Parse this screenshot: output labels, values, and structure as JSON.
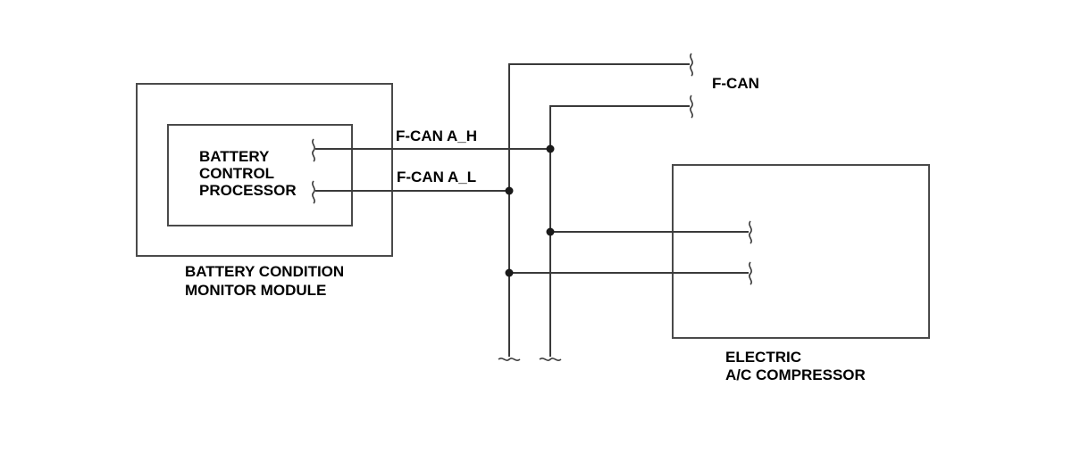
{
  "labels": {
    "battery_control_processor": [
      "BATTERY",
      "CONTROL",
      "PROCESSOR"
    ],
    "battery_condition_monitor_module": [
      "BATTERY CONDITION",
      "MONITOR MODULE"
    ],
    "electric_ac_compressor": [
      "ELECTRIC",
      "A/C COMPRESSOR"
    ],
    "f_can": "F-CAN",
    "f_can_a_h": "F-CAN A_H",
    "f_can_a_l": "F-CAN A_L"
  }
}
